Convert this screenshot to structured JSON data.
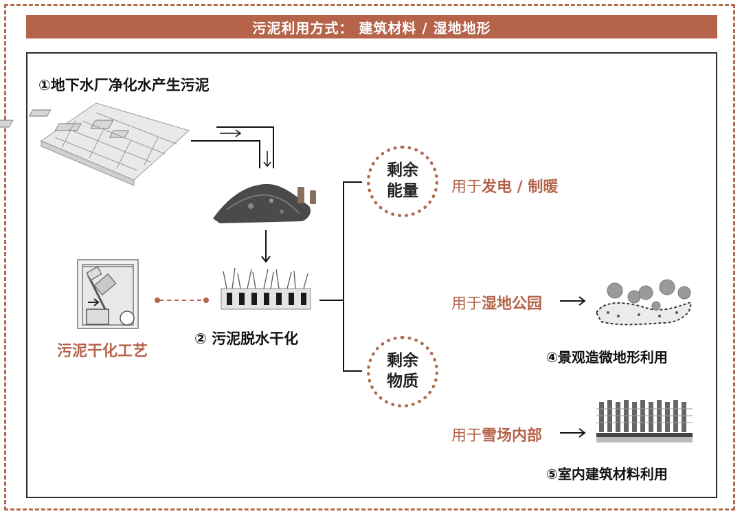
{
  "header": {
    "title": "污泥利用方式： 建筑材料 / 湿地地形"
  },
  "steps": {
    "step1": "①地下水厂净化水产生污泥",
    "step2": "② 污泥脱水干化",
    "process_label": "污泥干化工艺",
    "step4": "④景观造微地形利用",
    "step5": "⑤室内建筑材料利用"
  },
  "circles": {
    "energy": [
      "剩余",
      "能量"
    ],
    "matter": [
      "剩余",
      "物质"
    ]
  },
  "uses": {
    "energy_pre": "用于",
    "energy_hl": "发电 / 制暖",
    "wetland_pre": "用于",
    "wetland_hl": "湿地公园",
    "snow_pre": "用于",
    "snow_hl": "雪场内部"
  },
  "colors": {
    "accent": "#b5644a",
    "dark": "#1a1a1a"
  }
}
